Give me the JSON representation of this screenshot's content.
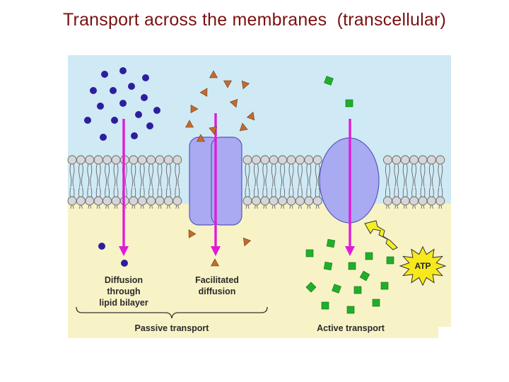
{
  "slide": {
    "title": "Transport across the membranes  (transcellular)"
  },
  "diagram": {
    "labels": {
      "diffusion": [
        "Diffusion",
        "through",
        "lipid bilayer"
      ],
      "facilitated": [
        "Facilitated",
        "diffusion"
      ],
      "atp": "ATP",
      "passive": "Passive transport",
      "active": "Active transport"
    },
    "colors": {
      "extracellular": "#cfeaf5",
      "intracellular": "#f8f3c6",
      "arrow": "#e01bd6",
      "protein": "#a9aaf2",
      "protein_stroke": "#5558b8",
      "molecule_circle": "#2f1d9f",
      "molecule_triangle": "#c46a2e",
      "molecule_square": "#1fb02a",
      "lipid_head": "#d6d6d6",
      "atp_burst": "#f6e81c",
      "zigzag": "#f3ef27"
    },
    "icons": [
      "lipid-bilayer",
      "channel-protein",
      "carrier-protein",
      "atp-burst",
      "energy-zigzag",
      "brace"
    ]
  }
}
